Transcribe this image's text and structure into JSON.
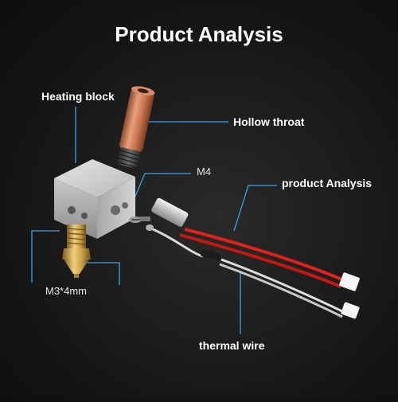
{
  "title": "Product Analysis",
  "labels": {
    "heating_block": "Heating block",
    "hollow_throat": "Hollow throat",
    "m4": "M4",
    "product_analysis": "product Analysis",
    "m3": "M3*4mm",
    "thermal_wire": "thermal wire"
  },
  "colors": {
    "background": "#1a1a1a",
    "callout_line": "#3aa3e3",
    "text": "#ffffff",
    "heater_wire": "#e0211a",
    "thermistor_wire": "#d8d8d8",
    "copper_throat": "#c8754f",
    "brass_nozzle": "#c9a04a",
    "aluminum_block": "#bdbdbd"
  }
}
